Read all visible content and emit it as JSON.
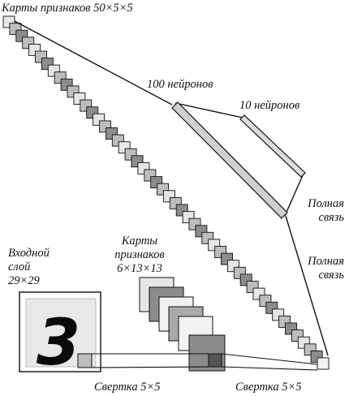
{
  "labels": {
    "feature_maps_50": "Карты признаков 50×5×5",
    "neurons_100": "100 нейронов",
    "neurons_10": "10 нейронов",
    "full_conn_1_line1": "Полная",
    "full_conn_1_line2": "связь",
    "full_conn_2_line1": "Полная",
    "full_conn_2_line2": "связь",
    "input_line1": "Входной",
    "input_line2": "слой",
    "input_line3": "29×29",
    "feature_maps_6_line1": "Карты",
    "feature_maps_6_line2": "признаков",
    "feature_maps_6_line3": "6×13×13",
    "conv1": "Свертка 5×5",
    "conv2": "Свертка 5×5"
  },
  "input_digit": "3",
  "colors": {
    "light": "#e6e6e6",
    "mid": "#bdbdbd",
    "dark": "#8c8c8c",
    "darkest": "#555555",
    "stroke": "#111111"
  }
}
